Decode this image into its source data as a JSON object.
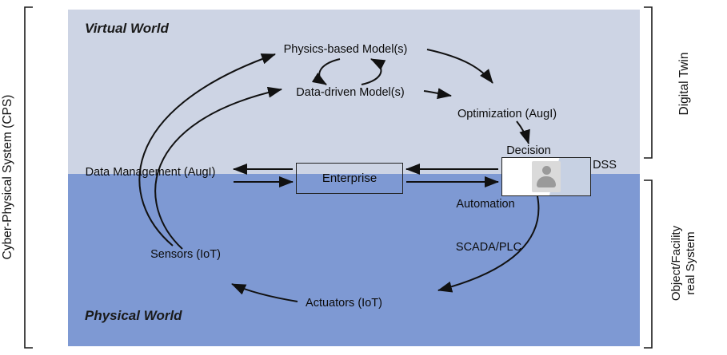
{
  "frame": {
    "left_bracket_label": "Cyber-Physical System (CPS)",
    "right_top_bracket_label": "Digital Twin",
    "right_bottom_bracket_line1": "Object/Facility",
    "right_bottom_bracket_line2": "real System"
  },
  "regions": {
    "virtual_label": "Virtual World",
    "physical_label": "Physical World"
  },
  "nodes": {
    "physics_model": "Physics-based Model(s)",
    "data_model": "Data-driven Model(s)",
    "optimization": "Optimization (AugI)",
    "decision": "Decision",
    "dss": "DSS",
    "data_management": "Data Management (AugI)",
    "enterprise": "Enterprise",
    "automation": "Automation",
    "scada": "SCADA/PLC",
    "sensors": "Sensors (IoT)",
    "actuators": "Actuators (IoT)"
  },
  "colors": {
    "virtual_bg": "#cdd4e4",
    "physical_bg": "#7e99d3",
    "arrow": "#111111"
  }
}
